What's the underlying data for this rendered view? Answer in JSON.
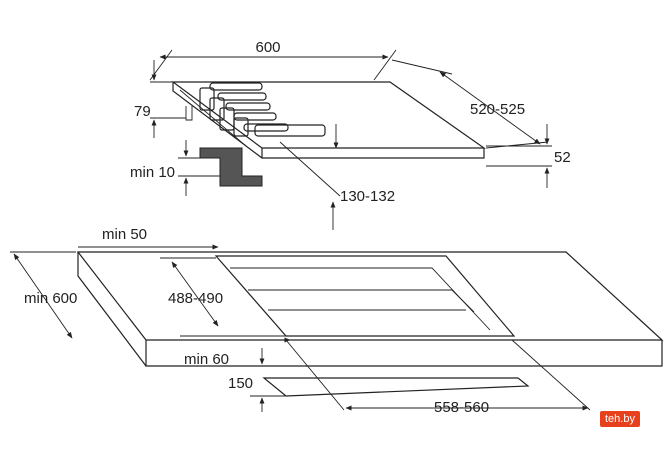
{
  "top": {
    "width": "600",
    "depth": "520-525",
    "height": "79",
    "front_height": "52",
    "min_side": "min 10",
    "depth_inner": "130-132"
  },
  "bottom": {
    "min_top": "min 50",
    "min_side": "min 600",
    "cutout_depth": "488-490",
    "min_front": "min 60",
    "clearance": "150",
    "cutout_width": "558-560"
  },
  "watermark": {
    "text": "teh.by"
  },
  "colors": {
    "line": "#222222",
    "bracket": "#444444",
    "badge": "#e8401c"
  }
}
